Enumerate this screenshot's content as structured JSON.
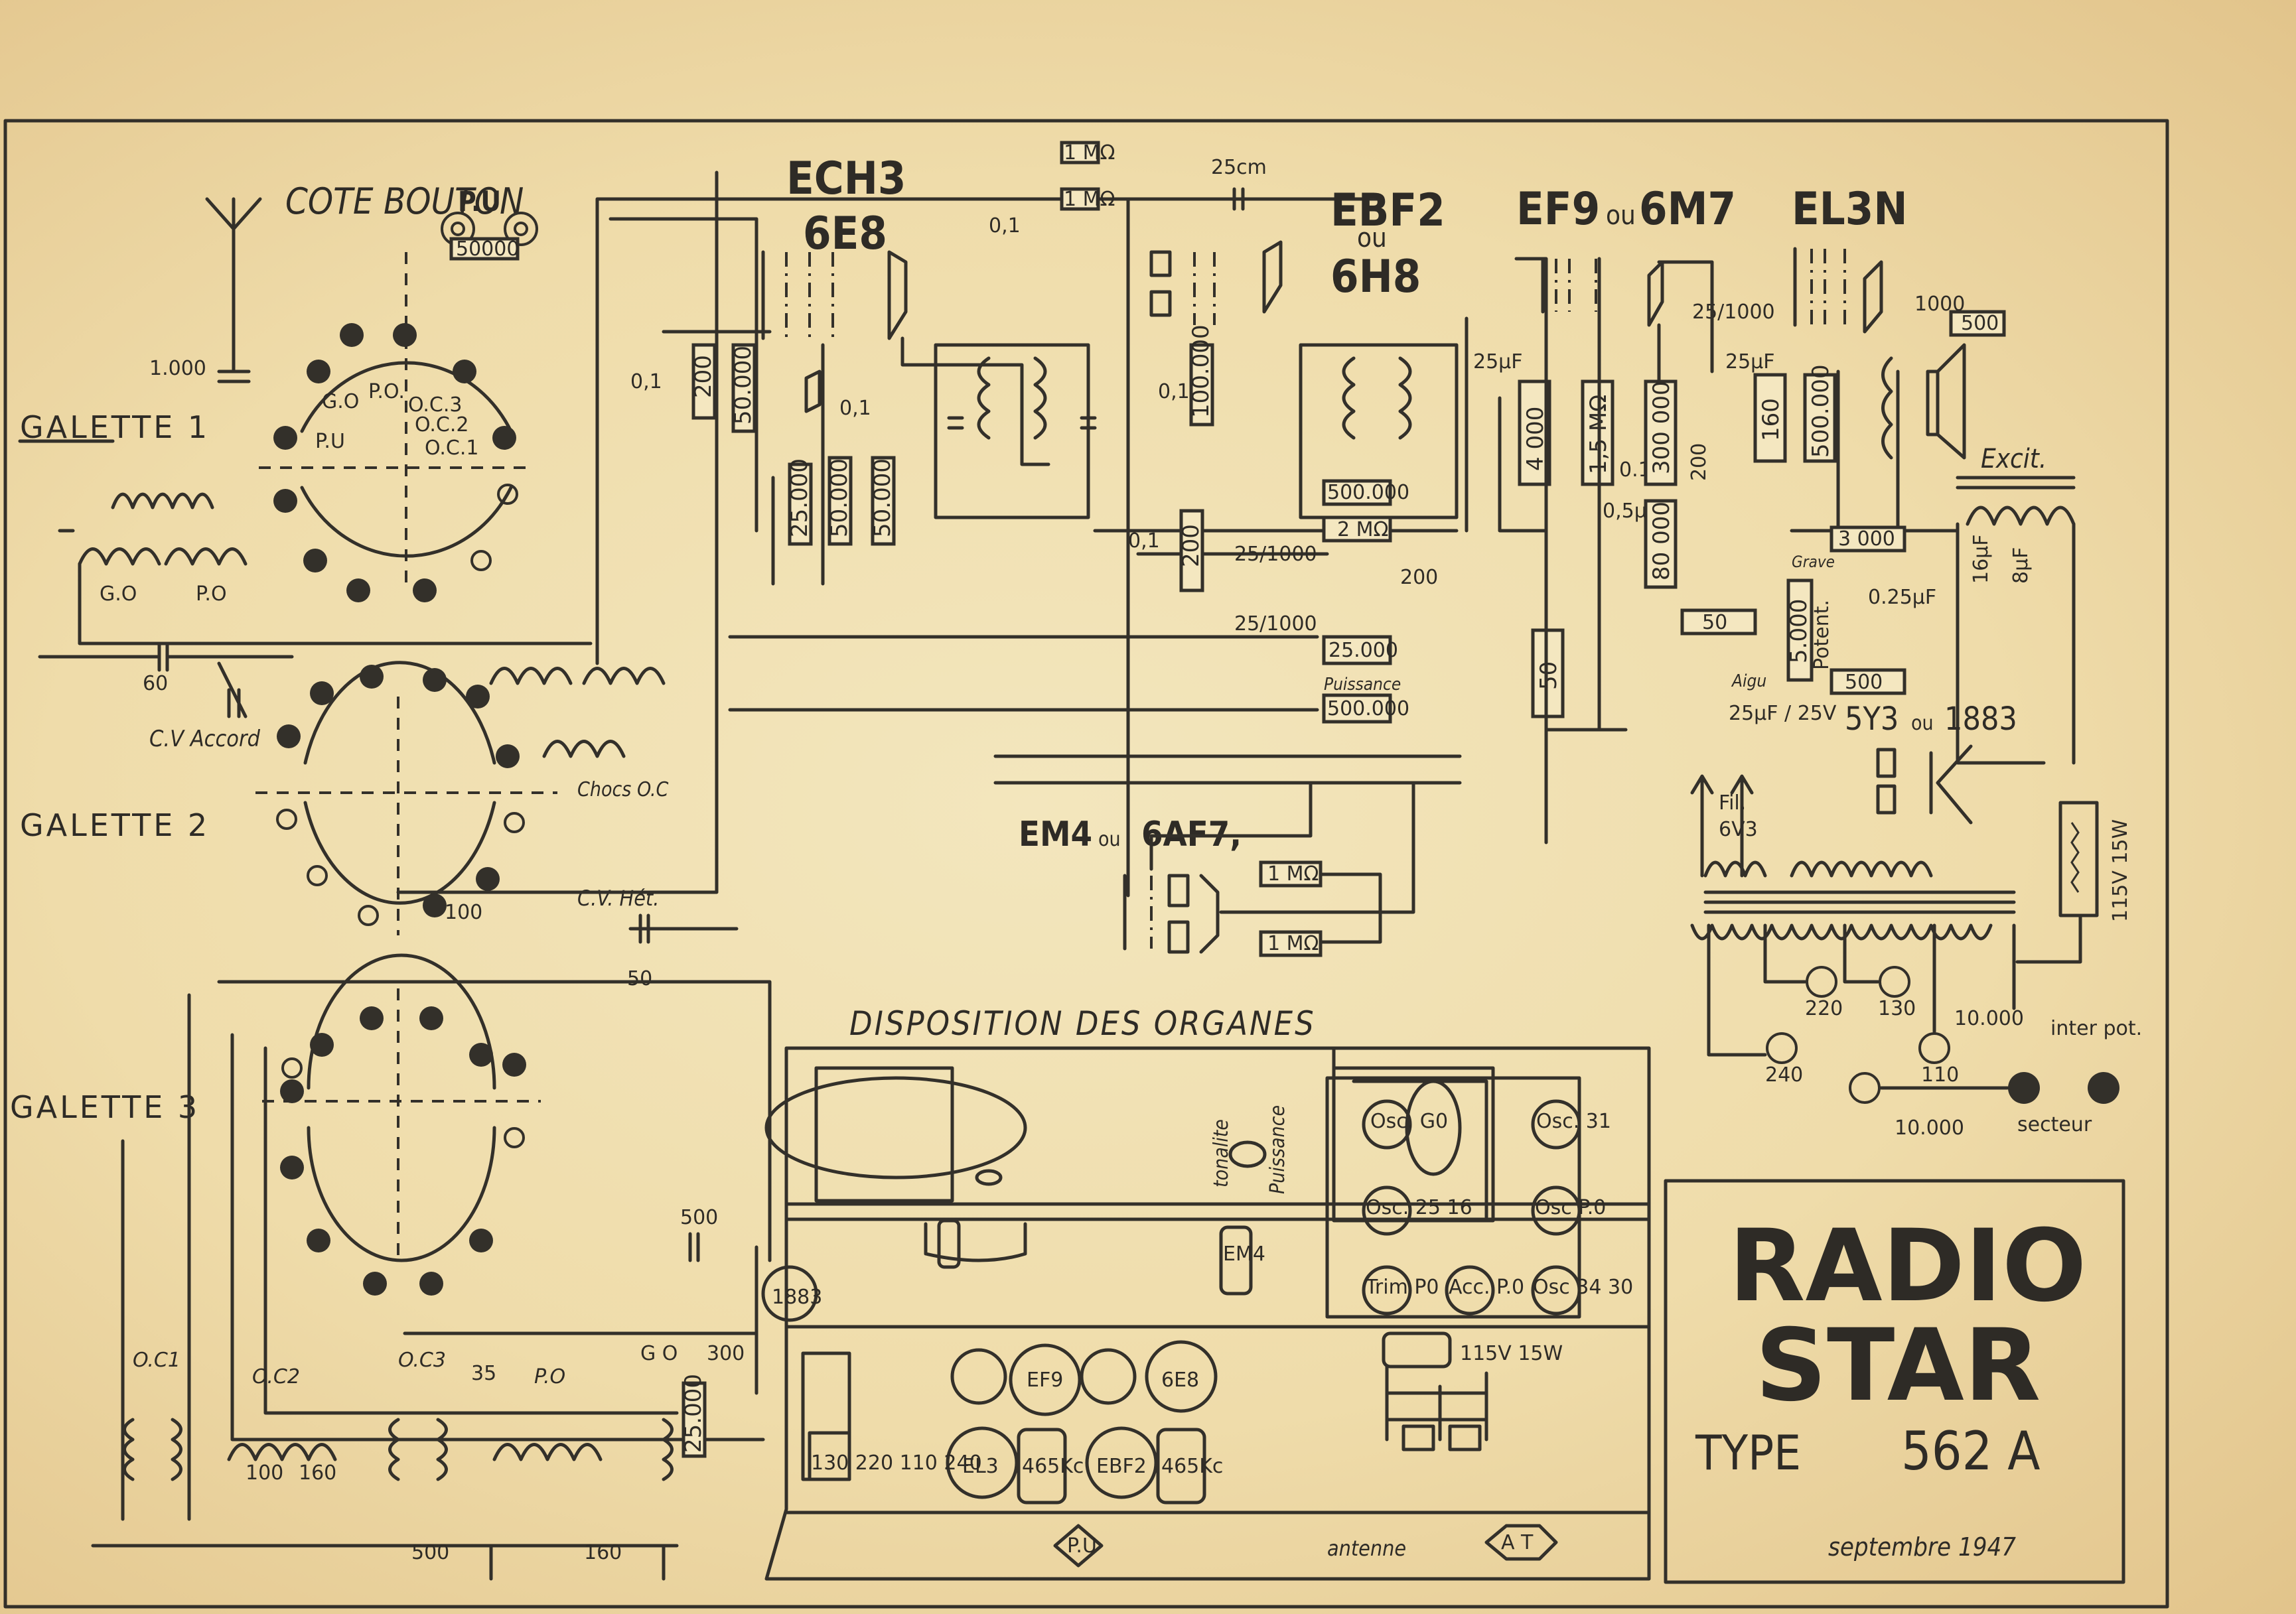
{
  "document": {
    "title_block": {
      "brand_line1": "RADIO",
      "brand_line2": "STAR",
      "type_label": "TYPE",
      "type_number": "562 A",
      "date": "septembre 1947"
    },
    "section_titles": {
      "cote_bouton": "COTE BOUTON",
      "disposition": "DISPOSITION DES ORGANES"
    },
    "tubes": {
      "ech3_a": "ECH3",
      "ech3_b": "6E8",
      "ebf2_a": "EBF2",
      "ebf2_ou": "ou",
      "ebf2_b": "6H8",
      "ef9": "EF9",
      "ef9_ou": "ou",
      "ef9_b": "6M7",
      "el3n": "EL3N",
      "em4": "EM4",
      "em4_ou": "ou",
      "em4_b": "6AF7,",
      "rect": "5Y3",
      "rect_ou": "ou",
      "rect_b": "1883"
    },
    "galettes": {
      "g1": "GALETTE 1",
      "g2": "GALETTE 2",
      "g3": "GALETTE 3",
      "g1_positions": [
        "P.U",
        "G.O",
        "P.O.",
        "O.C.3",
        "O.C.2",
        "O.C.1"
      ]
    },
    "labels": {
      "pu": "P.U",
      "cv_accord": "C.V Accord",
      "chocs_oc": "Chocs O.C",
      "cv_het": "C.V. Hét.",
      "go": "G.O",
      "po": "P.O",
      "oc1": "O.C1",
      "oc2": "O.C2",
      "oc3": "O.C3",
      "go_b": "G O",
      "excit": "Excit.",
      "grave": "Grave",
      "aigu": "Aigu",
      "potent": "Potent.",
      "puissance": "Puissance",
      "fil": "Fil.",
      "fil_v": "6V3",
      "inter_pot": "inter pot.",
      "secteur": "secteur",
      "lamp": "115V 15W"
    },
    "resistors": {
      "r_pu": "50000",
      "r1m_a": "1 MΩ",
      "r1m_b": "1 MΩ",
      "r200_a": "200",
      "r50k_a": "50.000",
      "r25k": "25.000",
      "r50k_b": "50.000",
      "r50k_c": "50.000",
      "r100k": "100.000",
      "r500k_a": "500.000",
      "r2m": "2 MΩ",
      "r200_b": "200",
      "r25k_b": "25.000",
      "r500k_pot": "500.000",
      "r4000": "4 000",
      "r50_a": "50",
      "r15m": "1,5 MΩ",
      "r300k": "300 000",
      "r80k": "80 000",
      "r160": "160",
      "r500k_b": "500.000",
      "r500": "500",
      "r3000": "3 000",
      "r5000": "5.000",
      "r50_b": "50",
      "r500_b": "500",
      "r1m_em_a": "1 MΩ",
      "r1m_em_b": "1 MΩ",
      "r25000_g3": "25.000"
    },
    "capacitors": {
      "c1000": "1.000",
      "c60": "60",
      "c01_a": "0,1",
      "c01_b": "0,1",
      "c01_c": "0,1",
      "c25cm": "25cm",
      "c01_d": "0,1",
      "c01_e": "0,1",
      "c25_1000_a": "25/1000",
      "c200": "200",
      "c25_1000_b": "25/1000",
      "c25uf_a": "25µF",
      "c01_f": "0.1",
      "c05uf": "0,5µF",
      "c200b": "200",
      "c25_1000_c": "25/1000",
      "c25uf_b": "25µF",
      "c1000b": "1000",
      "c16uf": "16µF",
      "c8uf": "8µF",
      "c025uf": "0.25µF",
      "c25uf_25v": "25µF / 25V",
      "c100": "100",
      "c50": "50",
      "c500": "500",
      "c300": "300",
      "c100b": "100",
      "c160": "160",
      "c35": "35",
      "c500b": "500",
      "c160b": "160",
      "c10000_a": "10.000",
      "c10000_b": "10.000"
    },
    "mains_taps": [
      "220",
      "130",
      "240",
      "110"
    ],
    "layout_panel": {
      "tonalite": "tonalite",
      "puissance": "Puissance",
      "em4": "EM4",
      "osc_go": "Osc. G0",
      "osc_31": "Osc. 31",
      "osc_2516": "Osc. 25 16",
      "osc_po": "Osc P.0",
      "trim_po": "Trim P0",
      "acc_po": "Acc. P.0",
      "osc_3430": "Osc 34 30",
      "t1883": "1883",
      "ef9": "EF9",
      "t6e8": "6E8",
      "el3": "EL3",
      "if1": "465Kc",
      "ebf2": "EBF2",
      "if2": "465Kc",
      "lamp": "115V 15W",
      "volt_sel": "130 220 110 240",
      "pu": "P.U",
      "antenne": "antenne",
      "a_t": "A T"
    }
  }
}
